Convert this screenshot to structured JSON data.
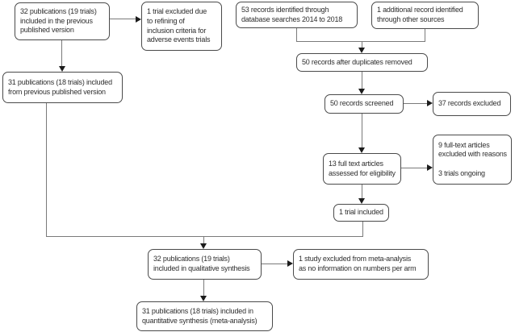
{
  "diagram": {
    "type": "flowchart",
    "nodes": {
      "prev_pubs": "32 publications (19 trials)\nincluded in the previous\npublished version",
      "trial_excluded": "1 trial excluded due\nto refining of\ninclusion criteria for\nadverse events trials",
      "records_identified": "53 records identified through\ndatabase searches 2014 to 2018",
      "additional_record": "1 additional record identified\nthrough other sources",
      "duplicates_removed": "50 records after duplicates removed",
      "prev_included": "31 publications (18 trials) included\nfrom previous published version",
      "records_screened": "50 records screened",
      "records_excluded": "37 records excluded",
      "fulltext_assessed": "13 full text articles\nassessed for eligibility",
      "fulltext_excluded": "9 full-text articles\nexcluded with reasons\n\n3 trials ongoing",
      "trial_included": "1 trial included",
      "qualitative": "32 publications (19 trials)\nincluded in qualitative synthesis",
      "study_excluded": "1 study excluded from meta-analysis\nas no information on numbers per arm",
      "quantitative": "31 publications (18 trials) included in\nquantitative synthesis (meta-analysis)"
    },
    "colors": {
      "background": "#ffffff",
      "box_border": "#4a4a4a",
      "line": "#7a7a7a",
      "arrow": "#1c1c1c",
      "text": "#2e2e2e"
    }
  }
}
